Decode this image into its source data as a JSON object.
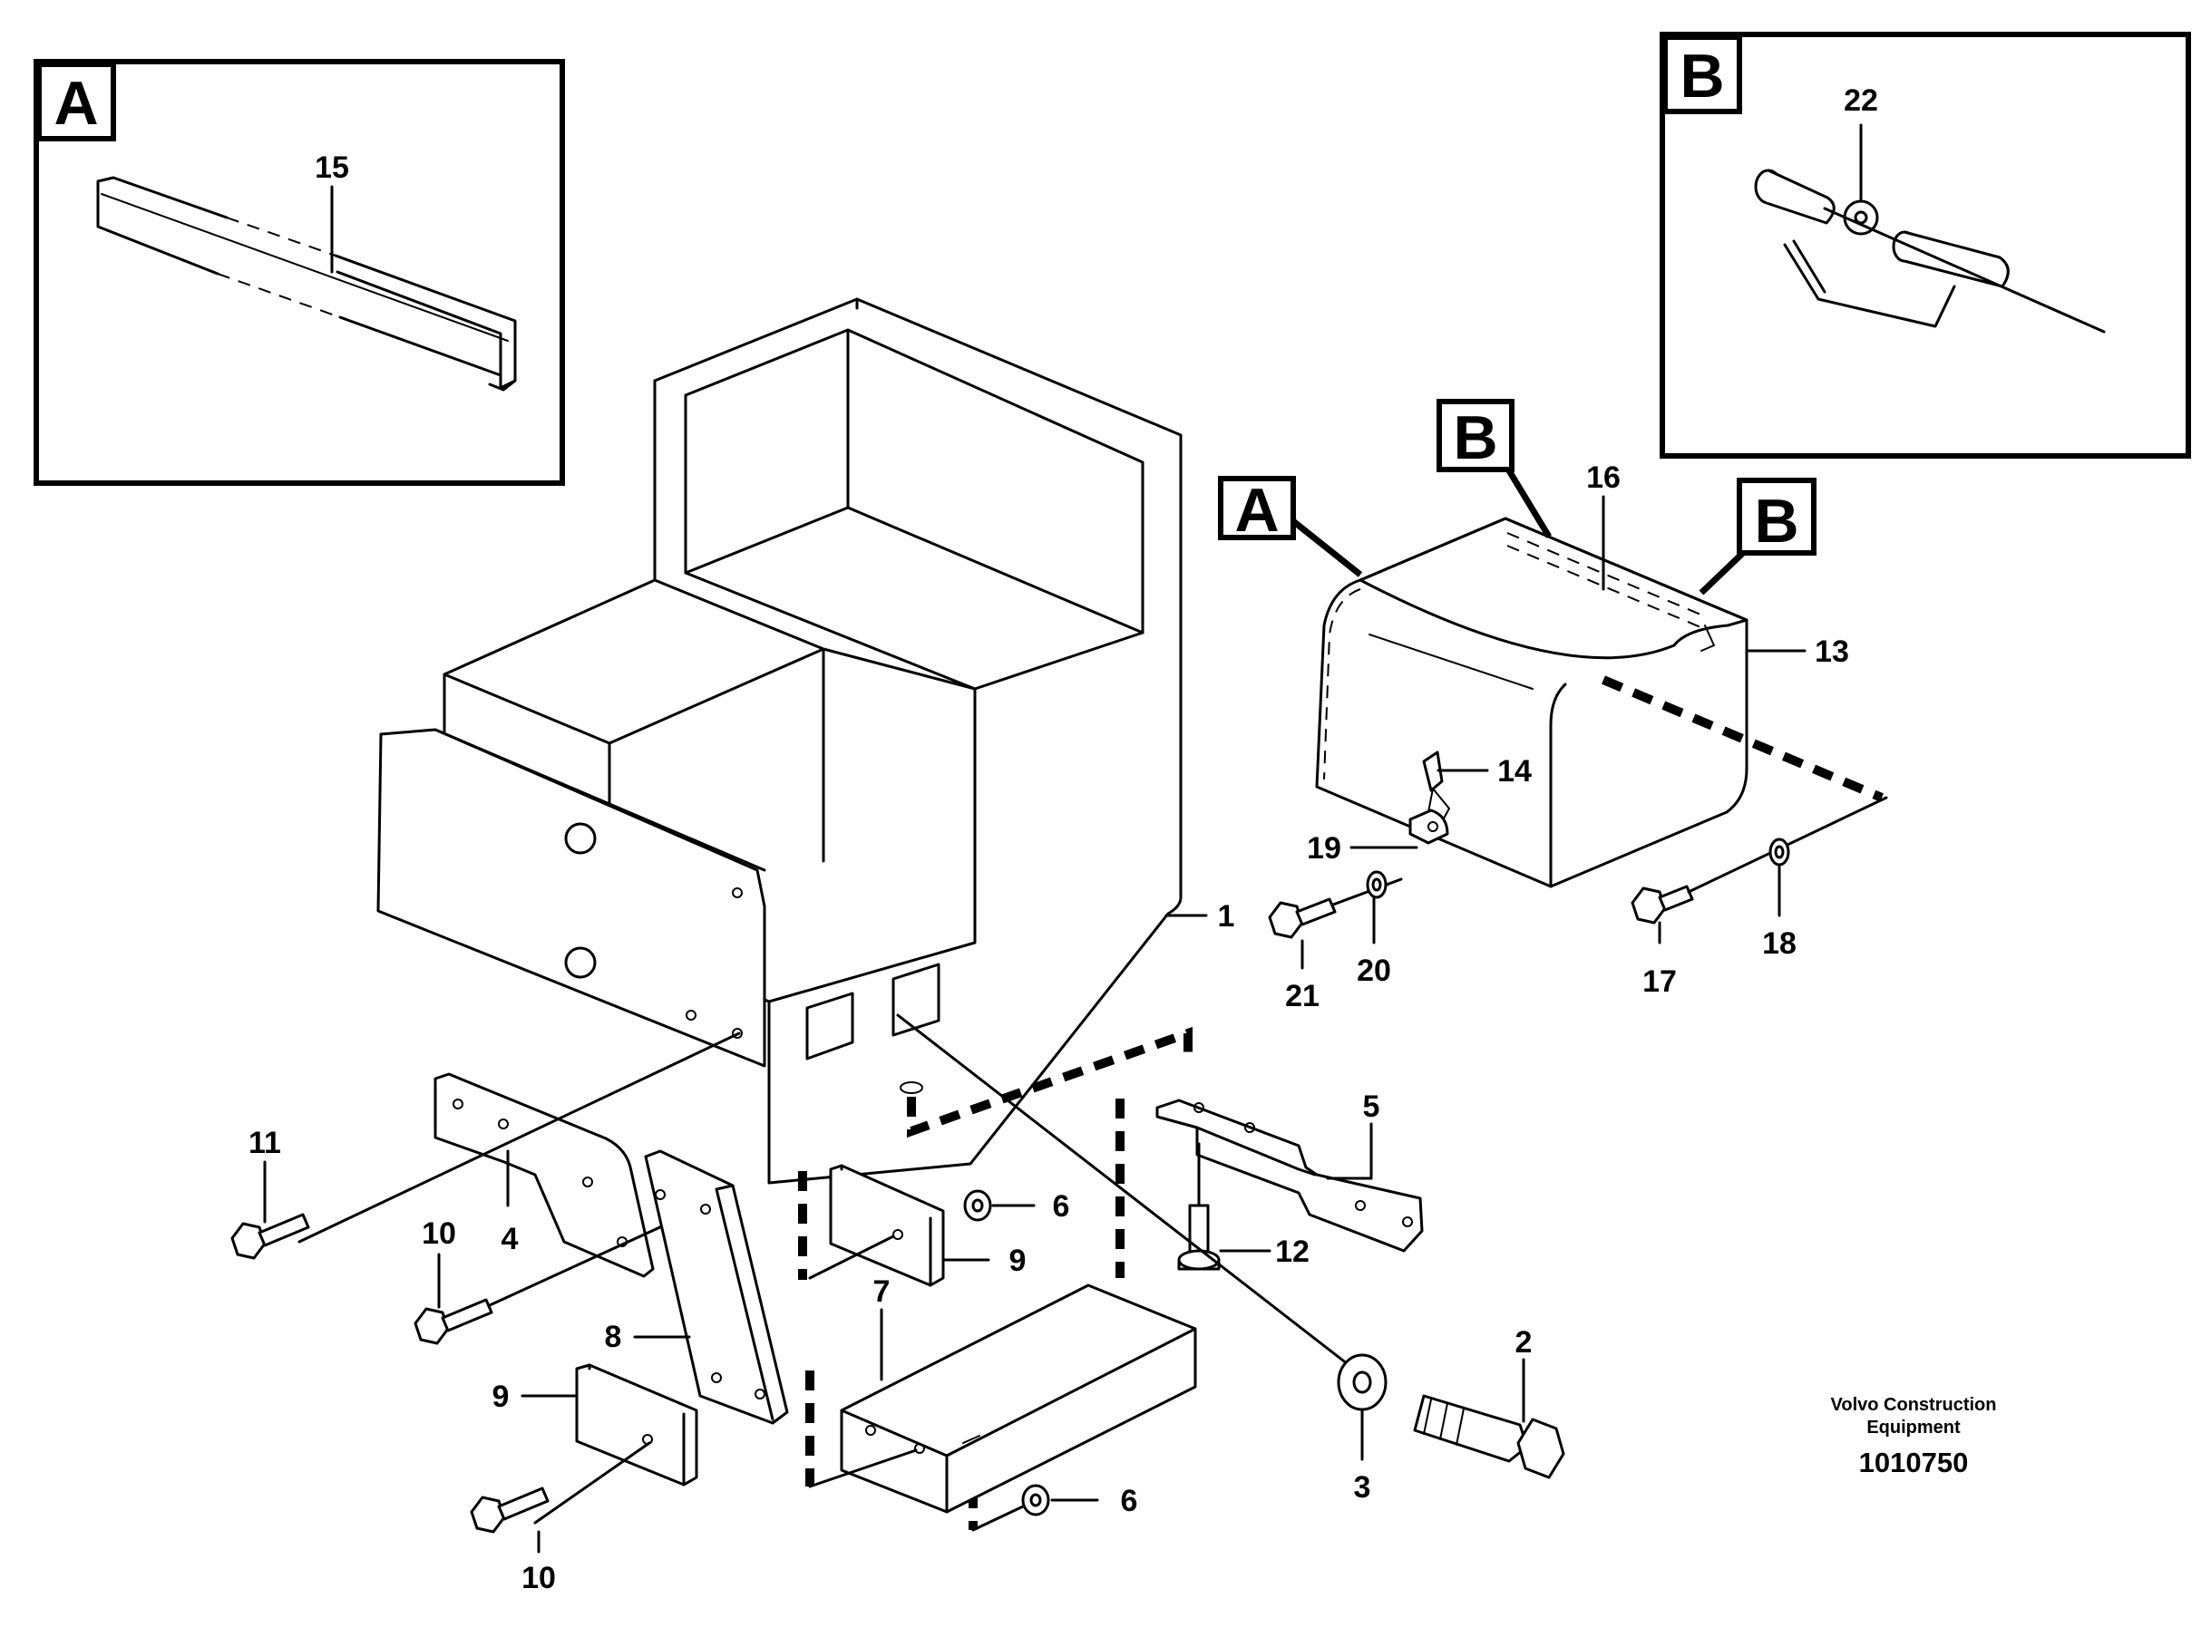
{
  "detail_a": {
    "letter": "A",
    "part": "15"
  },
  "detail_b": {
    "letter": "B",
    "part": "22"
  },
  "markers": {
    "a": "A",
    "b1": "B",
    "b2": "B"
  },
  "callouts": {
    "p1": "1",
    "p2": "2",
    "p3": "3",
    "p4": "4",
    "p5": "5",
    "p6a": "6",
    "p6b": "6",
    "p7": "7",
    "p8": "8",
    "p9a": "9",
    "p9b": "9",
    "p10a": "10",
    "p10b": "10",
    "p11": "11",
    "p12": "12",
    "p13": "13",
    "p14": "14",
    "p16": "16",
    "p17": "17",
    "p18": "18",
    "p19": "19",
    "p20": "20",
    "p21": "21"
  },
  "footer": {
    "company_line1": "Volvo Construction",
    "company_line2": "Equipment",
    "drawing_number": "1010750"
  }
}
